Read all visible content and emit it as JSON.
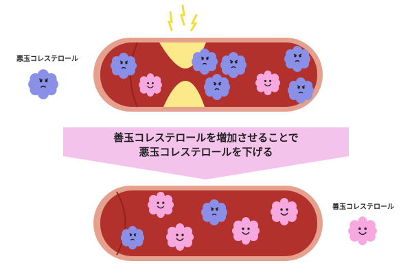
{
  "labels": {
    "bad_cholesterol": "悪玉コレステロール",
    "good_cholesterol": "善玉コレステロール"
  },
  "banner": {
    "line1": "善玉コレステロールを増加させることで",
    "line2": "悪玉コレステロールを下げる"
  },
  "colors": {
    "vessel_outer": "#e6a08e",
    "vessel_inner": "#b3312d",
    "plaque": "#fbe98a",
    "bad_cholesterol": "#8a8fe8",
    "good_cholesterol": "#f7a8de",
    "arrow": "#f4c3ec",
    "spark": "#f2dd3a"
  },
  "icons": {
    "bad": "bad-cholesterol-icon",
    "good": "good-cholesterol-icon",
    "spark": "spark-icon"
  }
}
